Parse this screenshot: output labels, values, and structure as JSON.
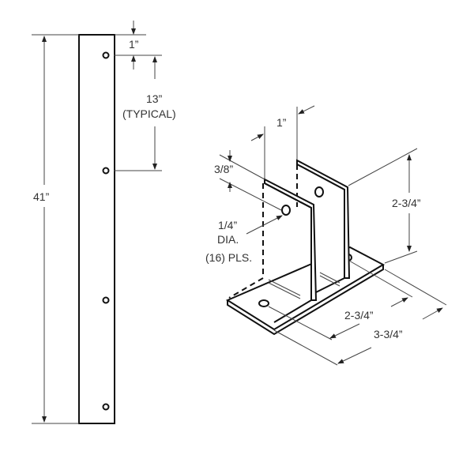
{
  "strip": {
    "overall_length": "41”",
    "end_offset": "1”",
    "spacing": "13”",
    "spacing_note": "(TYPICAL)"
  },
  "bracket": {
    "flange_offset": "1”",
    "hole_edge": "3/8”",
    "hole_dia": "1/4”",
    "hole_dia_label": "DIA.",
    "hole_count": "(16) PLS.",
    "height": "2-3/4”",
    "base_width": "2-3/4”",
    "base_length": "3-3/4”"
  }
}
